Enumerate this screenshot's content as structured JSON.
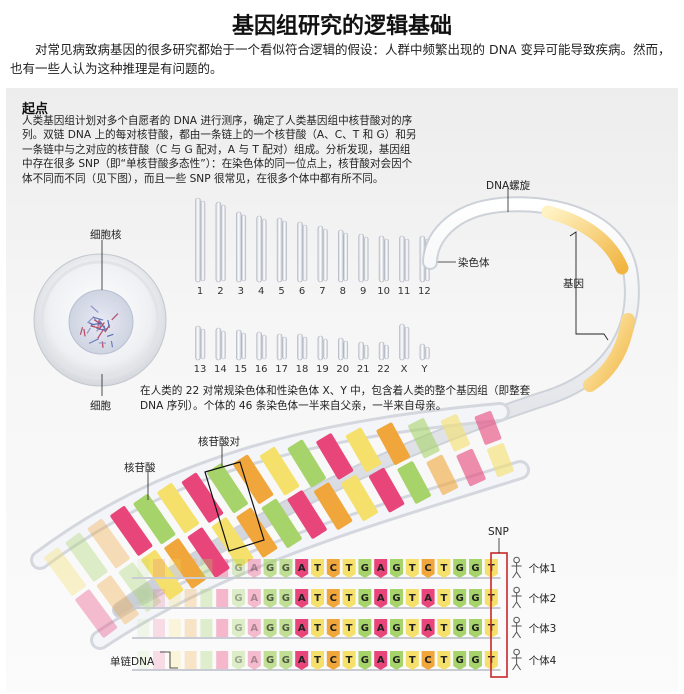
{
  "title": "基因组研究的逻辑基础",
  "intro": "对常见病致病基因的很多研究都始于一个看似符合逻辑的假设：人群中频繁出现的 DNA 变异可能导致疾病。然而，也有一些人认为这种推理是有问题的。",
  "start": {
    "heading": "起点",
    "text": "人类基因组计划对多个自愿者的 DNA 进行测序，确定了人类基因组中核苷酸对的序列。双链 DNA 上的每对核苷酸，都由一条链上的一个核苷酸（A、C、T 和 G）和另一条链中与之对应的核苷酸（C 与 G 配对，A 与 T 配对）组成。分析发现，基因组中存在很多 SNP（即“单核苷酸多态性”）：在染色体的同一位点上，核苷酸对会因个体不同而不同（见下图），而且一些 SNP 很常见，在很多个体中都有所不同。"
  },
  "labels": {
    "dna_helix": "DNA螺旋",
    "cell_nucleus": "细胞核",
    "cell": "细胞",
    "chromosome": "染色体",
    "gene": "基因",
    "nucleotide": "核苷酸",
    "nucleotide_pair": "核苷酸对",
    "snp": "SNP",
    "single_strand": "单链DNA"
  },
  "chromosome_labels_row1": [
    "1",
    "2",
    "3",
    "4",
    "5",
    "6",
    "7",
    "8",
    "9",
    "10",
    "11",
    "12"
  ],
  "chromosome_labels_row2": [
    "13",
    "14",
    "15",
    "16",
    "17",
    "18",
    "19",
    "20",
    "21",
    "22",
    "X",
    "Y"
  ],
  "karyotype_caption": "在人类的 22 对常规染色体和性染色体 X、Y 中，包含着人类的整个基因组（即整套 DNA 序列）。个体的 46 条染色体一半来自父亲，一半来自母亲。",
  "individuals": [
    {
      "label": "个体1",
      "sequence": "GAGGATCTGAGTCTGGT"
    },
    {
      "label": "个体2",
      "sequence": "GAGGATCTGAGTATGGT"
    },
    {
      "label": "个体3",
      "sequence": "GAGGATCTGAGTATGGT"
    },
    {
      "label": "个体4",
      "sequence": "GAGGATCTGAGTCTGGT"
    }
  ],
  "colors": {
    "A": "#e8457a",
    "C": "#f0a63a",
    "G": "#a6d36a",
    "T": "#f4e06a",
    "snp_box": "#c8282a"
  }
}
